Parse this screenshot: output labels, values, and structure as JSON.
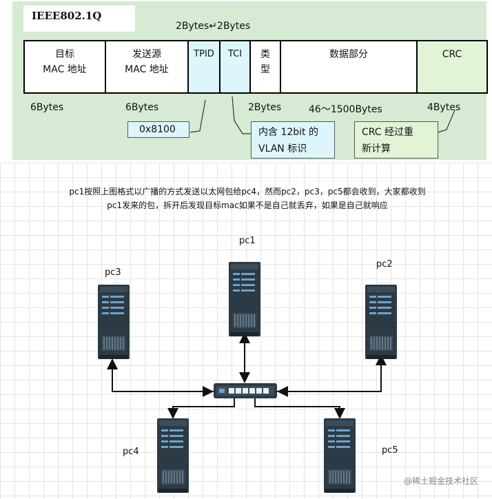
{
  "header": {
    "title": "IEEE802.1Q",
    "size_note_top": "2Bytes↵2Bytes"
  },
  "frame_fields": [
    {
      "line1": "目标",
      "line2": "MAC 地址"
    },
    {
      "line1": "发送源",
      "line2": "MAC 地址"
    },
    {
      "line1": "TPID",
      "line2": ""
    },
    {
      "line1": "TCI",
      "line2": ""
    },
    {
      "line1": "类",
      "line2": "型"
    },
    {
      "line1": "数据部分",
      "line2": ""
    },
    {
      "line1": "CRC",
      "line2": ""
    }
  ],
  "sizes": [
    "6Bytes",
    "6Bytes",
    "2Bytes",
    "46～1500Bytes",
    "4Bytes"
  ],
  "callouts": {
    "tpid": "0x8100",
    "tci_line1": "内含 12bit 的",
    "tci_line2": "VLAN 标识",
    "crc_line1": "CRC 经过重",
    "crc_line2": "新计算"
  },
  "description": {
    "line1": "pc1按照上图格式以广播的方式发送以太网包给pc4，然而pc2，pc3，pc5都会收到，大家都收到",
    "line2": "pc1发来的包，拆开后发现目标mac如果不是自己就丢弃，如果是自己就响应"
  },
  "nodes": {
    "pc1": "pc1",
    "pc2": "pc2",
    "pc3": "pc3",
    "pc4": "pc4",
    "pc5": "pc5"
  },
  "watermark": "@稀土掘金技术社区",
  "colors": {
    "panel_green": "#d7ead3",
    "tpid_cyan": "#ddf6fb",
    "crc_green": "#e3f4d6",
    "server_dark": "#2b3a45",
    "server_light": "#6fa3c9"
  }
}
